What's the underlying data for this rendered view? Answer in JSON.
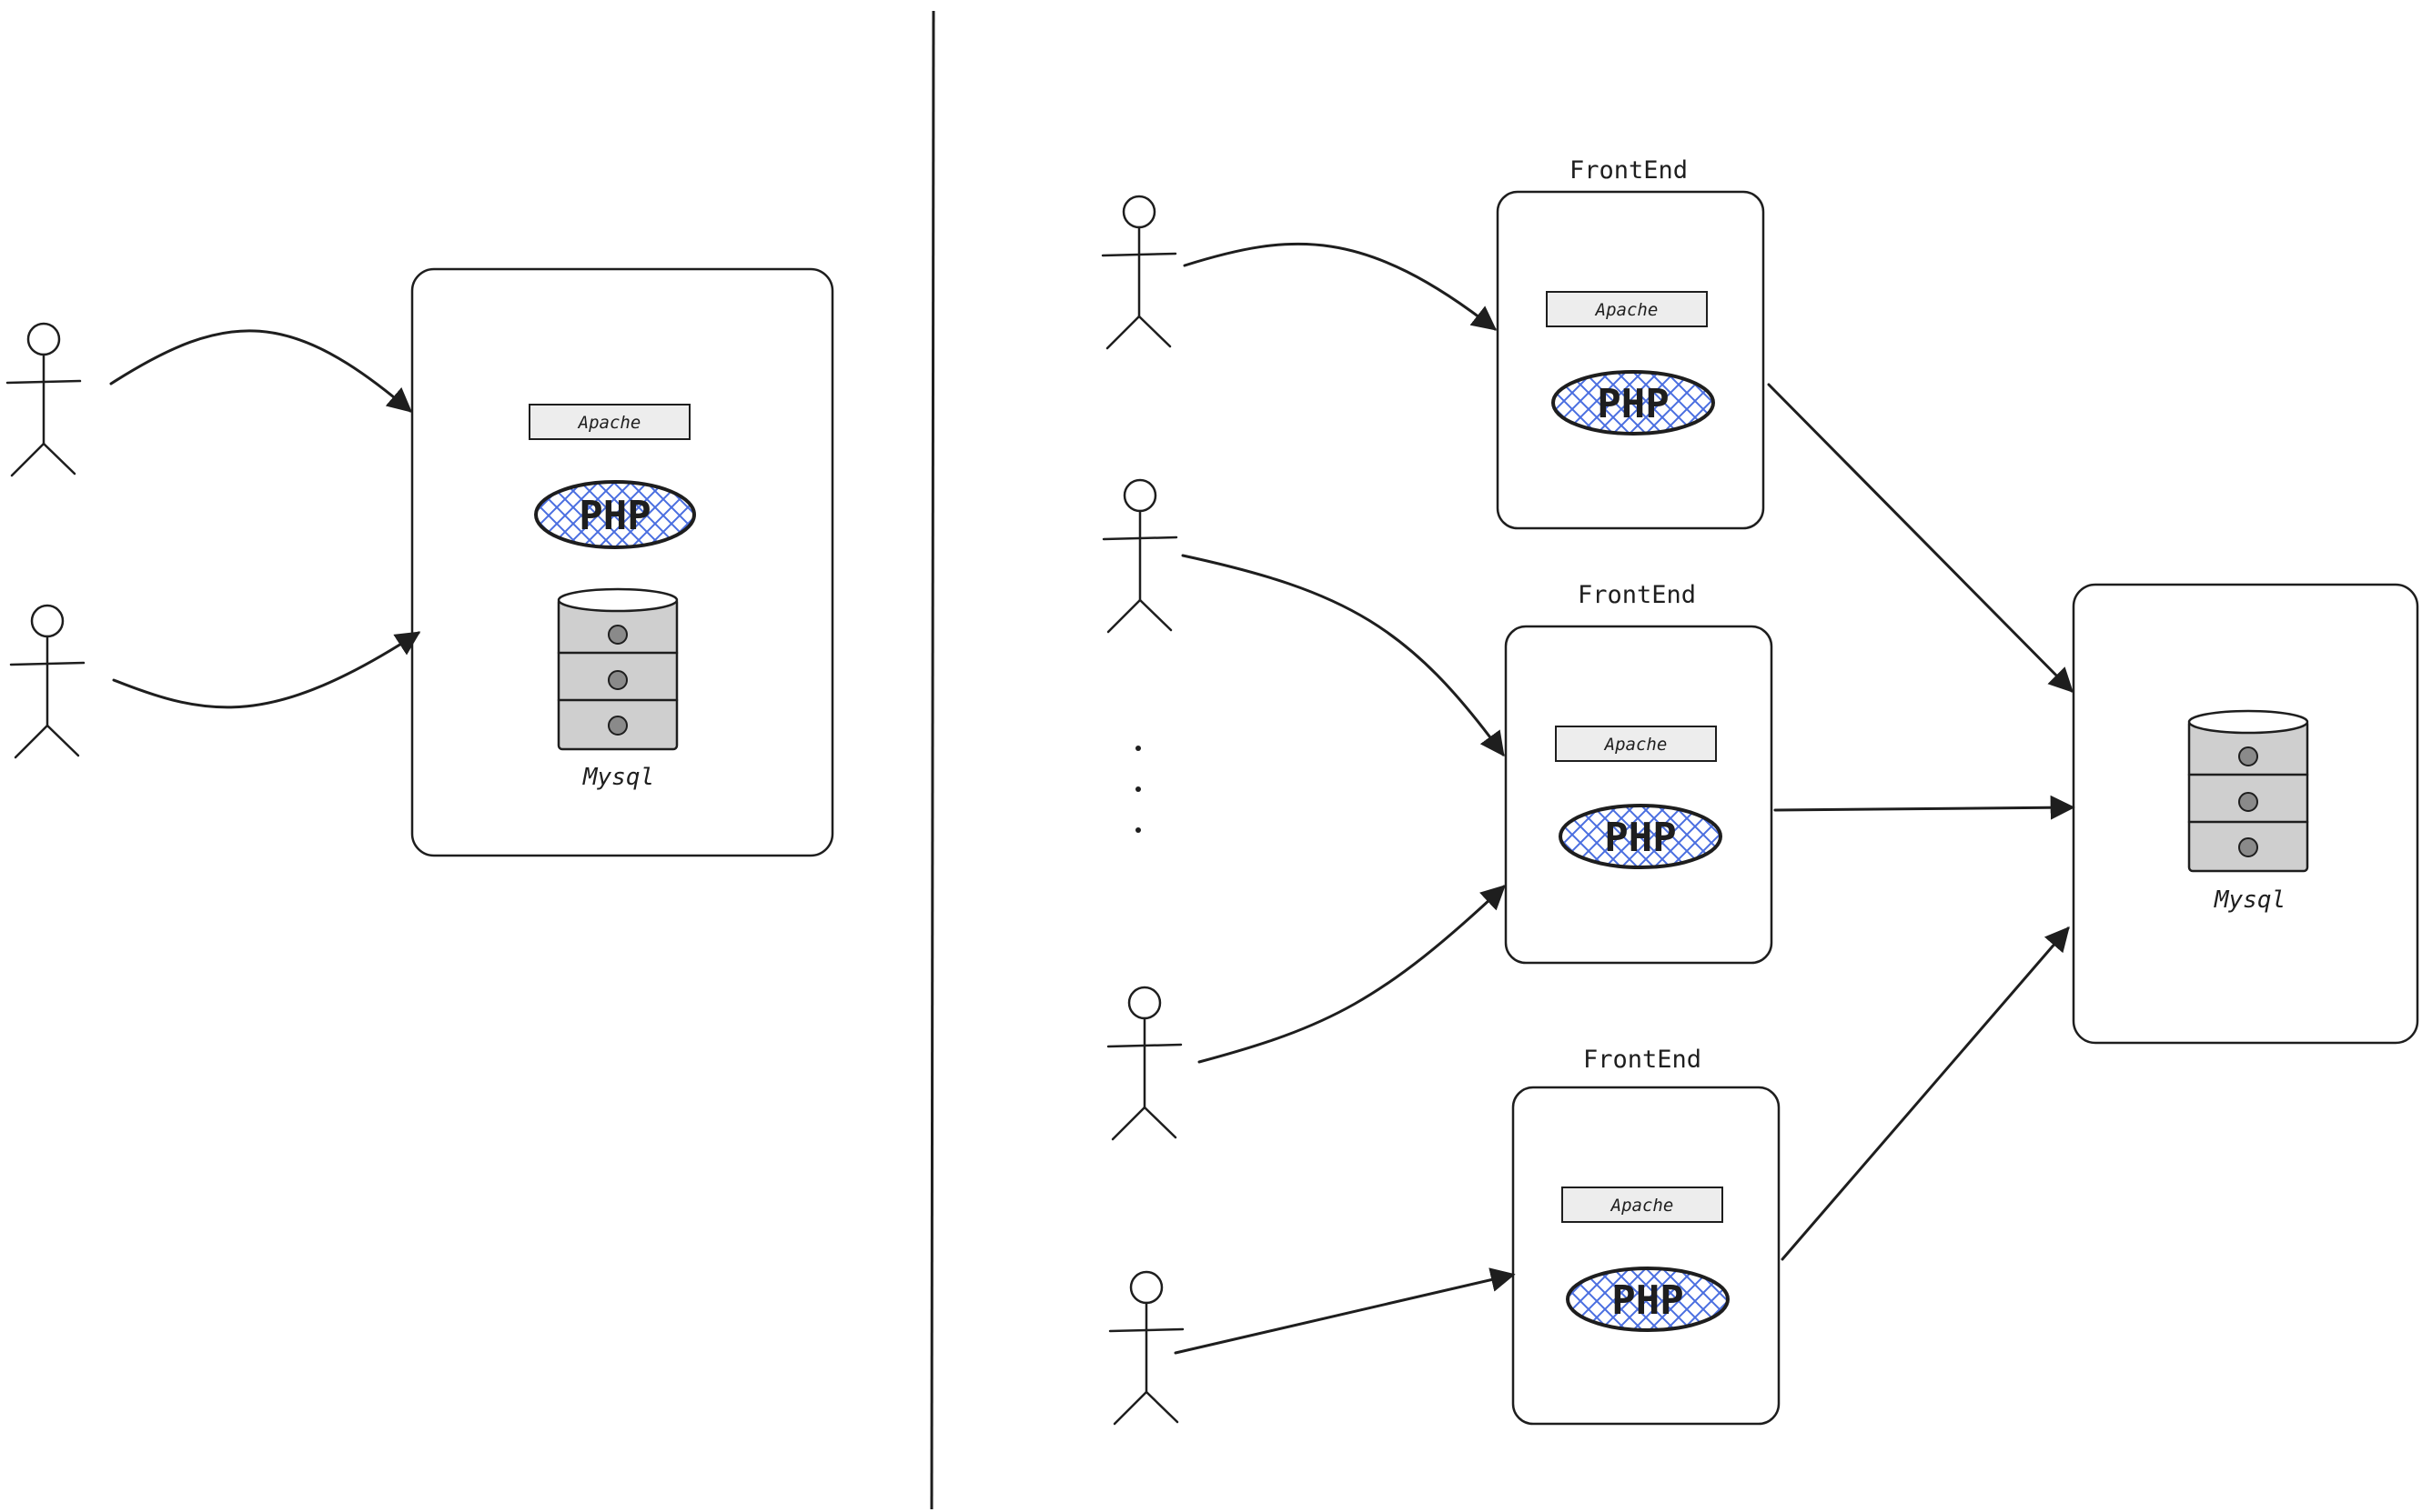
{
  "colors": {
    "ink": "#1e1e1e",
    "php_hatch": "#4a6ee0",
    "apache_fill": "#ededed",
    "db_fill": "#cfcfcf",
    "db_dot": "#8a8a8a",
    "background": "#ffffff"
  },
  "single_server": {
    "apache_label": "Apache",
    "php_label": "PHP",
    "db_label": "Mysql"
  },
  "frontends": [
    {
      "title": "FrontEnd",
      "apache_label": "Apache",
      "php_label": "PHP"
    },
    {
      "title": "FrontEnd",
      "apache_label": "Apache",
      "php_label": "PHP"
    },
    {
      "title": "FrontEnd",
      "apache_label": "Apache",
      "php_label": "PHP"
    }
  ],
  "db_server": {
    "db_label": "Mysql"
  },
  "icons": {
    "user": "stick-figure-icon",
    "database": "database-icon",
    "continuation": "vertical-ellipsis"
  }
}
